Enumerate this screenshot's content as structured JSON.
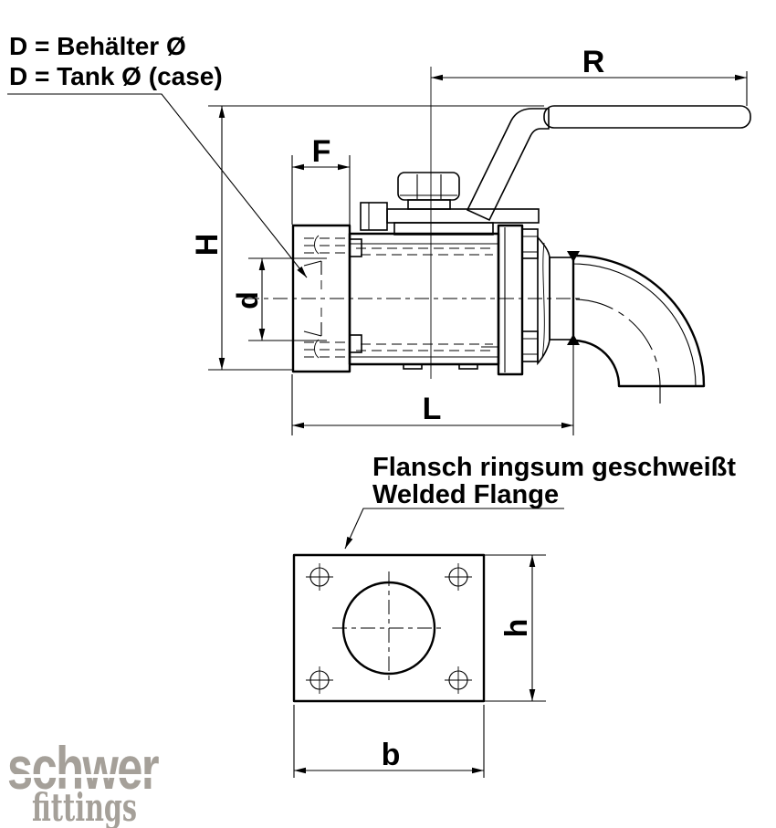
{
  "tank_note": {
    "line1": "D = Behälter Ø",
    "line2": "D = Tank Ø (case)"
  },
  "flange_note": {
    "line1": "Flansch ringsum geschweißt",
    "line2": "Welded Flange"
  },
  "dims": {
    "R": "R",
    "F": "F",
    "H": "H",
    "d": "d",
    "L": "L",
    "h": "h",
    "b": "b"
  },
  "logo": {
    "brand": "schwer",
    "tagline": "fittings",
    "color": "#a5a099"
  },
  "colors": {
    "background": "#ffffff",
    "line": "#000000",
    "metal_light": "#ececec",
    "metal_mid": "#c4c4c4",
    "metal_dark": "#8a8a8a",
    "handle_grip": "#9b9b9b",
    "flange_plate": "#e5e5e7",
    "elbow_band": "#e2e2e2"
  }
}
